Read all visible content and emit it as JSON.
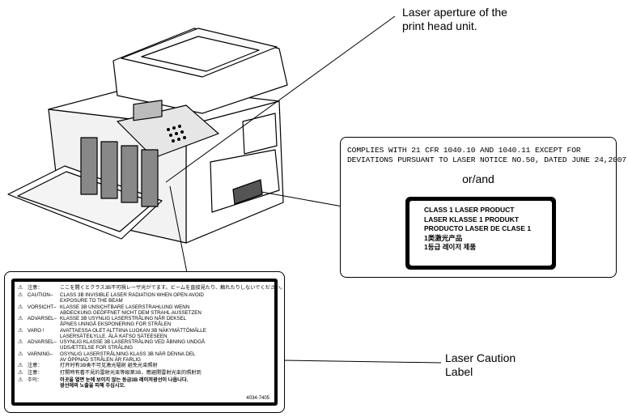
{
  "callouts": {
    "aperture_line1": "Laser aperture of the",
    "aperture_line2": "print head unit.",
    "caution_line1": "Laser Caution",
    "caution_line2": "Label"
  },
  "compliance": {
    "line1": "COMPLIES WITH 21 CFR 1040.10 AND 1040.11 EXCEPT FOR",
    "line2": "DEVIATIONS PURSUANT TO LASER NOTICE NO.50, DATED JUNE 24,2007.",
    "or_and": "or/and",
    "class_lines": [
      "CLASS 1 LASER PRODUCT",
      "LASER KLASSE 1 PRODUKT",
      "PRODUCTO LASER DE CLASE 1",
      "1类激光产品",
      "1등급 레이저 제품"
    ]
  },
  "caution_label": {
    "rows": [
      {
        "key": "注意：",
        "line1": "ここを開くとクラス3B不可視レーザ光がでます。ビームを直接見たり、触れたりしないでください。",
        "line2": ""
      },
      {
        "key": "CAUTION–",
        "line1": "CLASS 3B INVISIBLE LASER RADIATION WHEN OPEN AVOID",
        "line2": "EXPOSURE TO THE BEAM"
      },
      {
        "key": "VORSICHT–",
        "line1": "KLASSE 3B UNSICHTBARE LASERSTRAHLUNG WENN",
        "line2": "ABDECKUNG GEÖFFNET NICHT DEM STRAHL AUSSETZEN"
      },
      {
        "key": "ADVARSEL–",
        "line1": "KLASSE 3B USYNLIG LASERSTRÅLING NÅR DEKSEL",
        "line2": "ÅPNES UNNGÅ EKSPONERING FOR STRÅLEN"
      },
      {
        "key": "VARO !",
        "line1": "AVATTAESSA OLET ALTTIINA LUOKAN 3B NÄKYMÄTTÖMÄLLE",
        "line2": "LASERSÄTEILYLLE. ÄLÄ KATSO SÄTEESEEN"
      },
      {
        "key": "ADVARSEL–",
        "line1": "USYNLIG KLASSE 3B LASERSTRÅLING VED ÅBNING UNDGÅ",
        "line2": "UDSÆTTELSE FOR STRÅLING"
      },
      {
        "key": "VARNING–",
        "line1": "OSYNLIG LASERSTRÅLNING KLASS 3B NÄR DENNA DEL",
        "line2": "AV ÖPPNAD STRÅLEN ÄR FARLIG"
      },
      {
        "key": "注意：",
        "line1": "打开时有3B类不可见激光辐射    避免光束照射",
        "line2": ""
      },
      {
        "key": "注意：",
        "line1": "打開時有看不見的雷射光束等級第3B，應避開雷射光束的照射到",
        "line2": ""
      },
      {
        "key": "주의：",
        "line1": "이곳을 열면 눈에 보이지 않는 등급3B 레이저광선이 나옵니다.",
        "line2": "광선에의 노출을 피해 주십시오."
      }
    ],
    "code": "4034-7405"
  }
}
